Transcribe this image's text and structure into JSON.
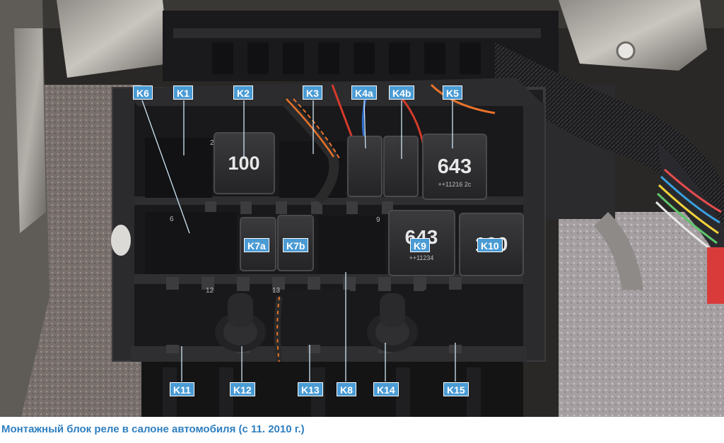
{
  "caption": "Монтажный блок реле в салоне автомобиля (с 11. 2010 г.)",
  "labels": {
    "K6": "K6",
    "K1": "K1",
    "K2": "K2",
    "K3": "K3",
    "K4a": "K4a",
    "K4b": "K4b",
    "K5": "K5",
    "K7a": "K7a",
    "K7b": "K7b",
    "K9": "K9",
    "K10": "K10",
    "K11": "K11",
    "K12": "K12",
    "K13": "K13",
    "K8": "K8",
    "K14": "K14",
    "K15": "K15"
  },
  "relay_marks": {
    "K2": "100",
    "K5": "643",
    "K5_code": "++11216 2c",
    "K9": "643",
    "K9_code": "++11234",
    "K10": "100"
  },
  "slot_numbers": [
    "2",
    "6",
    "9",
    "12",
    "13"
  ],
  "colors": {
    "label_bg": "#4a9bd4",
    "caption": "#2f7fc0",
    "relay": "#2d2d2f",
    "housing": "#1e1e20"
  }
}
